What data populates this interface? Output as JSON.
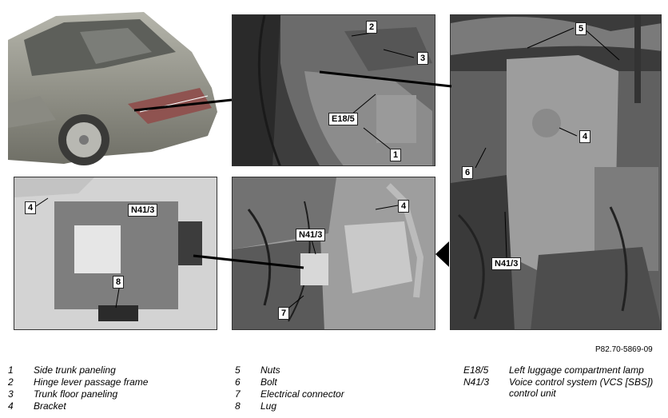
{
  "callouts": {
    "c1": "1",
    "c2": "2",
    "c3": "3",
    "c4a": "4",
    "c4b": "4",
    "c4c": "4",
    "c5": "5",
    "c6": "6",
    "c7": "7",
    "c8": "8",
    "e185": "E18/5",
    "n413a": "N41/3",
    "n413b": "N41/3",
    "n413c": "N41/3"
  },
  "reference": "P82.70-5869-09",
  "legend": [
    {
      "num": "1",
      "text": "Side trunk paneling"
    },
    {
      "num": "2",
      "text": "Hinge lever passage frame"
    },
    {
      "num": "3",
      "text": "Trunk floor paneling"
    },
    {
      "num": "4",
      "text": "Bracket"
    },
    {
      "num": "5",
      "text": "Nuts"
    },
    {
      "num": "6",
      "text": "Bolt"
    },
    {
      "num": "7",
      "text": "Electrical connector"
    },
    {
      "num": "8",
      "text": "Lug"
    },
    {
      "num": "E18/5",
      "text": "Left luggage compartment lamp"
    },
    {
      "num": "N41/3",
      "text": "Voice control system (VCS [SBS]) control unit"
    }
  ]
}
